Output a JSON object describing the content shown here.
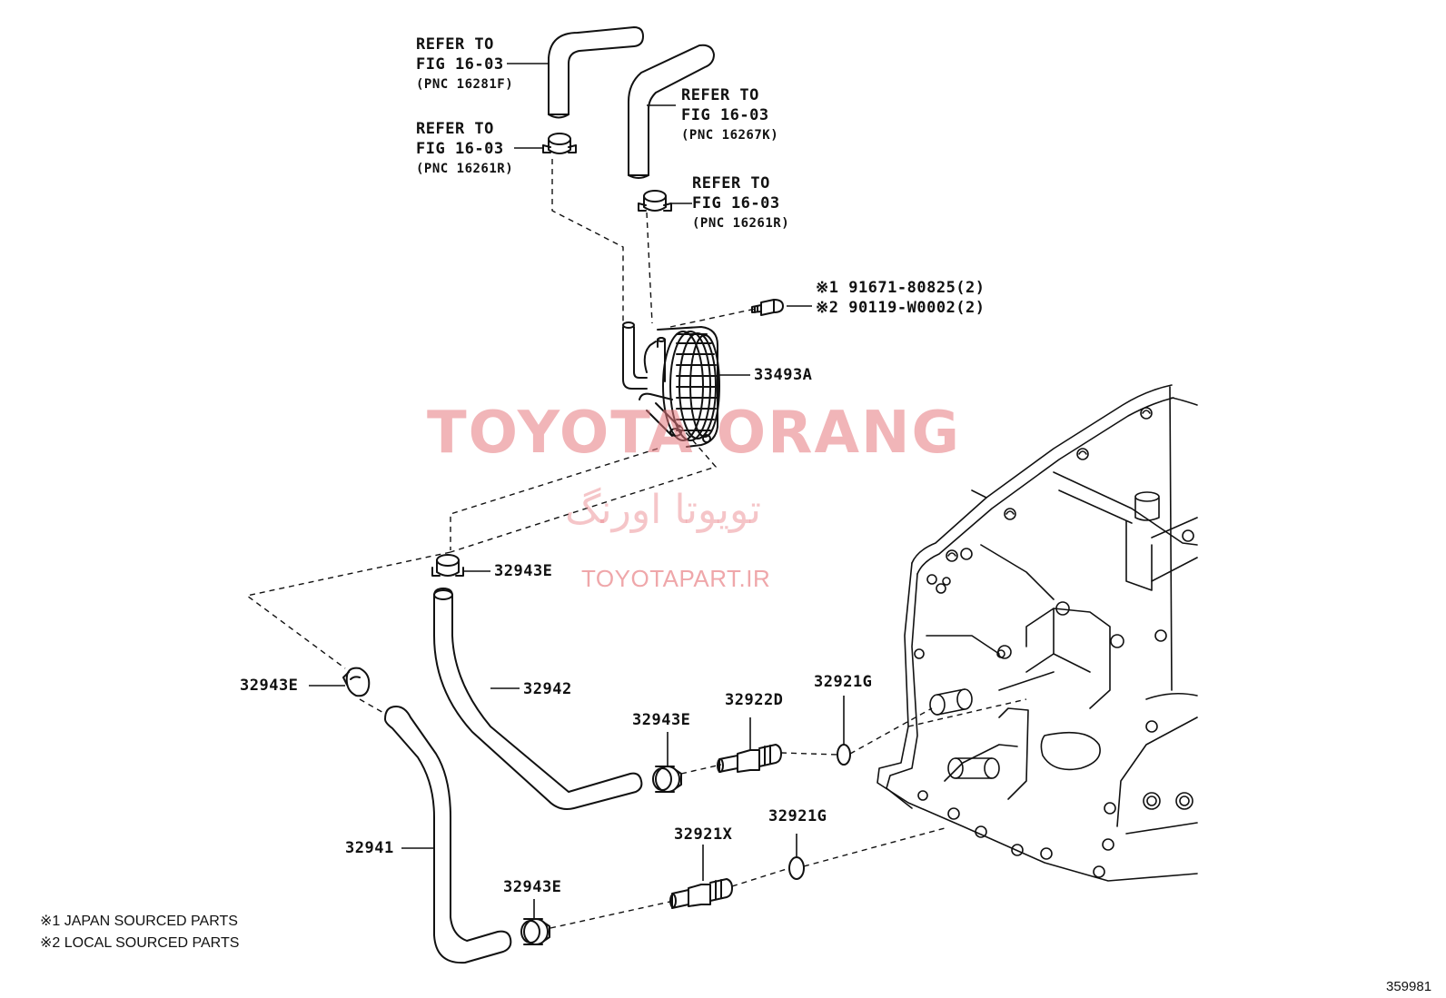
{
  "references": [
    {
      "line1": "REFER TO",
      "line2": "FIG 16-03",
      "line3": "(PNC 16281F)"
    },
    {
      "line1": "REFER TO",
      "line2": "FIG 16-03",
      "line3": "(PNC 16267K)"
    },
    {
      "line1": "REFER TO",
      "line2": "FIG 16-03",
      "line3": "(PNC 16261R)"
    },
    {
      "line1": "REFER TO",
      "line2": "FIG 16-03",
      "line3": "(PNC 16261R)"
    }
  ],
  "bolt_callout": {
    "line1": "※1 91671-80825(2)",
    "line2": "※2 90119-W0002(2)"
  },
  "part_labels": {
    "cooler": "33493A",
    "clamp_upper": "32943E",
    "clamp_left": "32943E",
    "hose_upper": "32942",
    "clamp_mid": "32943E",
    "union_upper": "32922D",
    "oring_upper": "32921G",
    "hose_lower": "32941",
    "union_lower": "32921X",
    "oring_lower": "32921G",
    "clamp_lower": "32943E"
  },
  "notes": {
    "note1": "※1 JAPAN SOURCED PARTS",
    "note2": "※2 LOCAL SOURCED PARTS"
  },
  "watermark": {
    "brand": "TOYOTA ORANG",
    "brand_fa": "تویوتا اورنگ",
    "url": "TOYOTAPART.IR"
  },
  "figure_number": "359981"
}
